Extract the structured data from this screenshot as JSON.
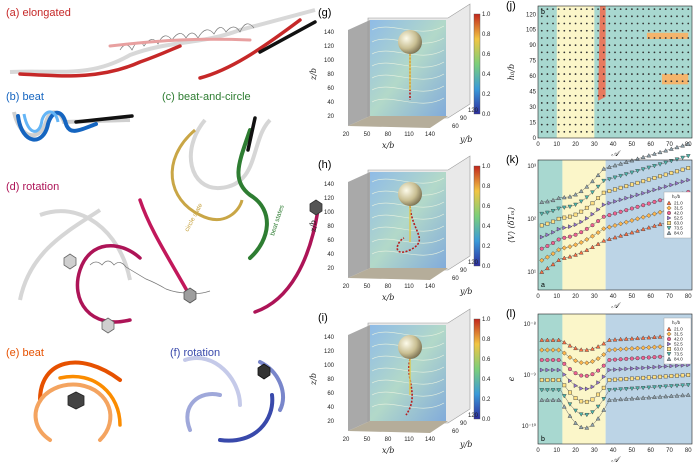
{
  "panels": {
    "a": {
      "label": "(a) elongated",
      "color": "#c62828"
    },
    "b": {
      "label": "(b) beat",
      "color": "#1565c0"
    },
    "c": {
      "label": "(c) beat-and-circle",
      "color": "#2e7d32"
    },
    "d": {
      "label": "(d) rotation",
      "color": "#ad1457"
    },
    "e": {
      "label": "(e) beat",
      "color": "#e65100"
    },
    "f": {
      "label": "(f) rotation",
      "color": "#3949ab"
    },
    "g": {
      "label": "(g)"
    },
    "h": {
      "label": "(h)"
    },
    "i": {
      "label": "(i)"
    },
    "j": {
      "label": "(j)"
    },
    "k": {
      "label": "(k)"
    },
    "l": {
      "label": "(l)"
    }
  },
  "annotations": {
    "circle_state": "circle state",
    "beat_states": "beat states"
  },
  "box3d": {
    "z_label": "z/b",
    "x_label": "x/b",
    "y_label": "y/b",
    "z_ticks": [
      "20",
      "40",
      "60",
      "80",
      "100",
      "120",
      "140"
    ],
    "x_ticks": [
      "20",
      "50",
      "80",
      "110",
      "140"
    ],
    "y_ticks": [
      "60",
      "90",
      "120"
    ],
    "colorbar_ticks": [
      "0.0",
      "0.2",
      "0.4",
      "0.6",
      "0.8",
      "1.0"
    ]
  },
  "plot_j": {
    "corner": "b",
    "y_label": "h₀/b",
    "x_label": "𝒜",
    "x_ticks": [
      "0",
      "10",
      "20",
      "30",
      "40",
      "50",
      "60",
      "70",
      "80"
    ],
    "y_ticks": [
      "0",
      "15",
      "30",
      "45",
      "60",
      "75",
      "90",
      "105",
      "120"
    ]
  },
  "plot_k": {
    "corner": "a",
    "y_label": "⟨V⟩ (δTₘ)",
    "x_label": "𝒜",
    "x_ticks": [
      "0",
      "10",
      "20",
      "30",
      "40",
      "50",
      "60",
      "70",
      "80"
    ],
    "y_ticks": [
      "10¹",
      "10²",
      "10³"
    ],
    "legend_title": "h₀/b",
    "legend_entries": [
      "21.0",
      "31.5",
      "42.0",
      "52.5",
      "63.0",
      "73.5",
      "84.0"
    ]
  },
  "plot_l": {
    "corner": "b",
    "y_label": "ϵ",
    "x_label": "𝒜",
    "x_ticks": [
      "0",
      "10",
      "20",
      "30",
      "40",
      "50",
      "60",
      "70",
      "80"
    ],
    "y_ticks": [
      "10⁻⁸",
      "10⁻⁹",
      "10⁻¹⁰"
    ],
    "legend_title": "h₀/b",
    "legend_entries": [
      "21.0",
      "31.5",
      "42.0",
      "52.5",
      "63.0",
      "73.5",
      "84.0"
    ]
  },
  "colors": {
    "elongated": "#c62828",
    "beat": "#1565c0",
    "beat_circle": "#2e7d32",
    "rotation": "#ad1457",
    "beat_orange": "#e65100",
    "rotation_blue": "#3949ab",
    "region_teal": "#a8d8d0",
    "region_yellow": "#fbf6c9",
    "region_blue": "#bcd4e6",
    "region_red": "#e8795e",
    "region_orange": "#f4b46c"
  }
}
